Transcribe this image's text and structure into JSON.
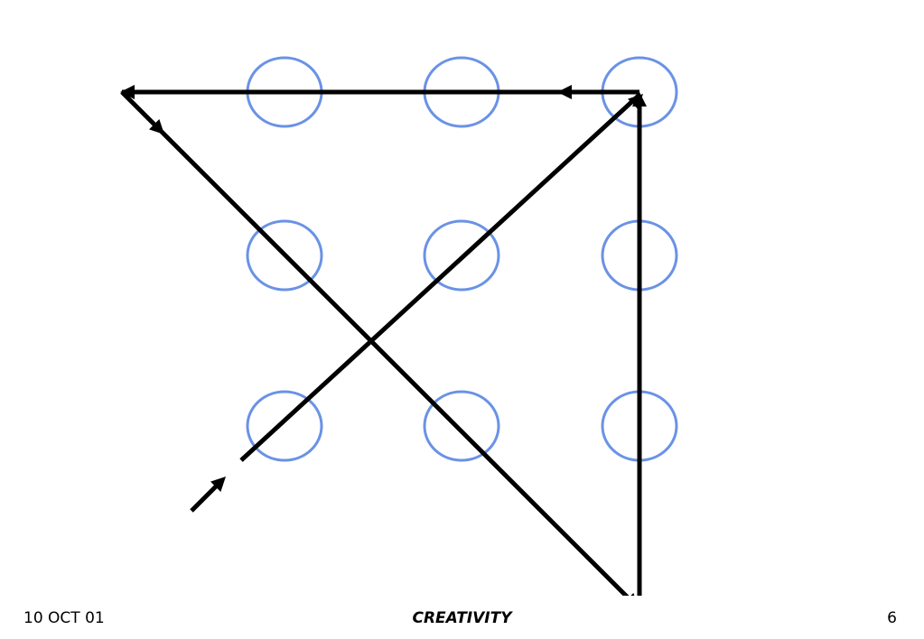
{
  "footer": {
    "date": "10 OCT 01",
    "title": "CREATIVITY",
    "page_number": "6"
  },
  "colors": {
    "dot_stroke": "#6a92e6",
    "line": "#000000",
    "background": "#ffffff"
  },
  "dot_grid": {
    "rows": 3,
    "cols": 3
  }
}
